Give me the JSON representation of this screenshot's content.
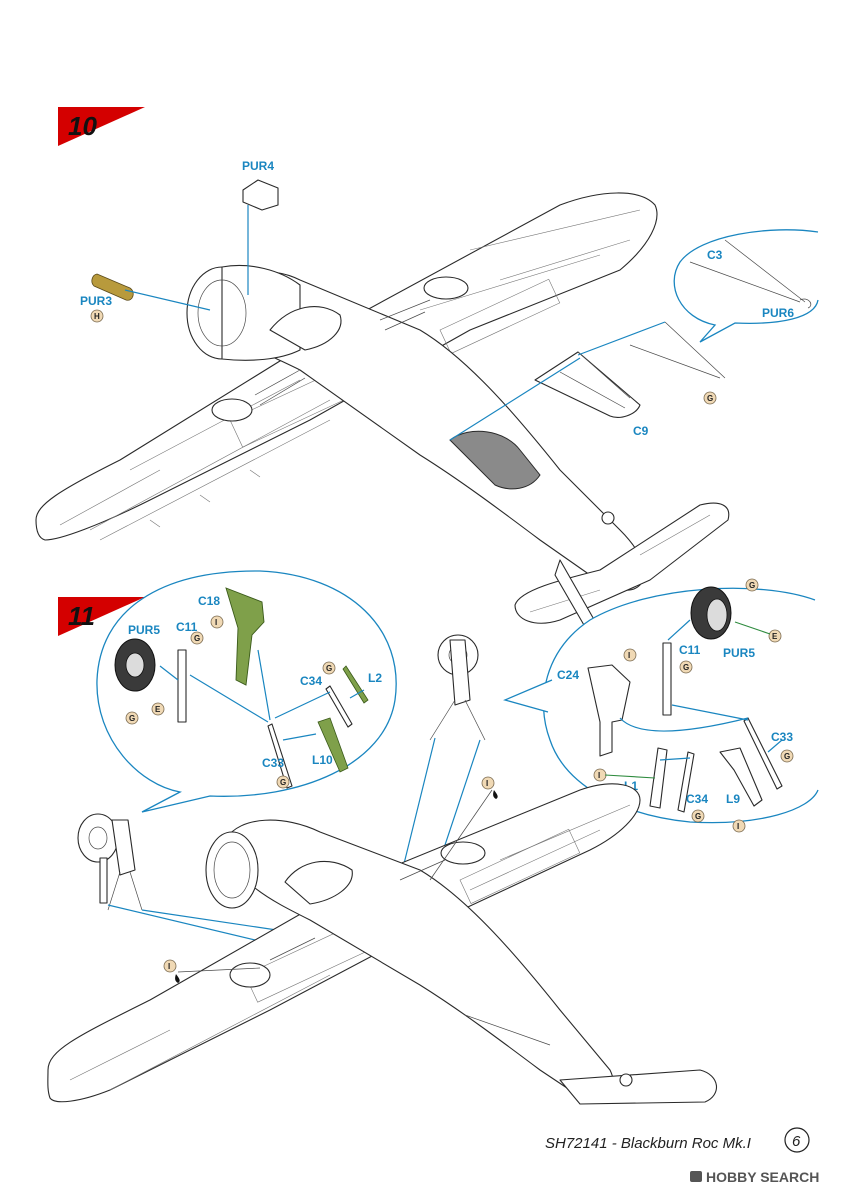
{
  "steps": [
    {
      "number": "10"
    },
    {
      "number": "11"
    }
  ],
  "step10": {
    "labels": {
      "pur4": "PUR4",
      "pur3": "PUR3",
      "c3": "C3",
      "pur6": "PUR6",
      "c9": "C9"
    },
    "badges": {
      "pur3_glue": "H",
      "c9_glue": "G"
    }
  },
  "step11": {
    "left_bubble": {
      "labels": {
        "pur5": "PUR5",
        "c11": "C11",
        "c18": "C18",
        "c34": "C34",
        "l2": "L2",
        "c33": "C33",
        "l10": "L10"
      },
      "badges": {
        "c11_glue": "G",
        "c18_paint": "I",
        "c34_glue": "G",
        "wheel_glue": "G",
        "wheel_paint": "E",
        "c33_glue": "G"
      }
    },
    "right_bubble": {
      "labels": {
        "pur5": "PUR5",
        "c11": "C11",
        "c24": "C24",
        "c33": "C33",
        "l1": "L1",
        "c34": "C34",
        "l9": "L9"
      },
      "badges": {
        "wheel_glue": "G",
        "wheel_paint": "E",
        "c24_paint": "I",
        "c11_glue": "G",
        "c33_glue": "G",
        "l1_paint": "I",
        "c34_glue": "G",
        "l9_paint": "I"
      }
    },
    "badges": {
      "fuselage_paint": "I",
      "wing_paint": "I"
    }
  },
  "footer": {
    "kit_code": "SH72141 - Blackburn Roc  Mk.I",
    "page_number": "6",
    "watermark": "HOBBY SEARCH"
  },
  "colors": {
    "accent_blue": "#1a86c0",
    "step_red": "#d40000",
    "part_green": "#7fa04a",
    "part_tan": "#b89a3c",
    "badge_fill": "#f0d9b5"
  }
}
